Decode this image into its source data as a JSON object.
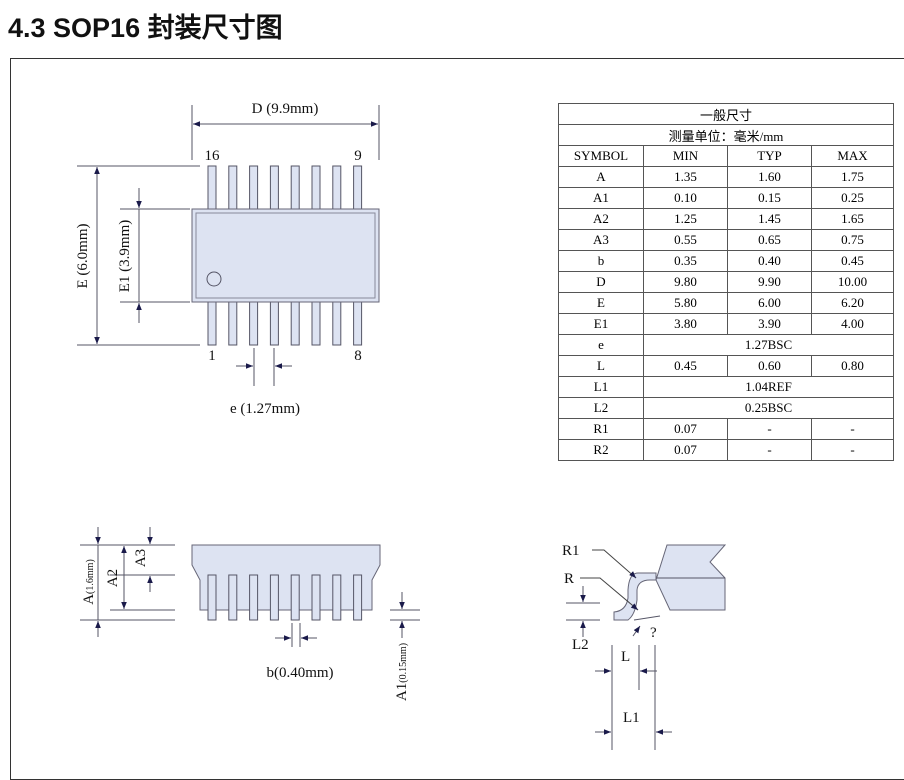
{
  "title": "4.3  SOP16 封装尺寸图",
  "table": {
    "title": "一般尺寸",
    "unit": "测量单位：毫米/mm",
    "headers": [
      "SYMBOL",
      "MIN",
      "TYP",
      "MAX"
    ],
    "rows": [
      [
        "A",
        "1.35",
        "1.60",
        "1.75"
      ],
      [
        "A1",
        "0.10",
        "0.15",
        "0.25"
      ],
      [
        "A2",
        "1.25",
        "1.45",
        "1.65"
      ],
      [
        "A3",
        "0.55",
        "0.65",
        "0.75"
      ],
      [
        "b",
        "0.35",
        "0.40",
        "0.45"
      ],
      [
        "D",
        "9.80",
        "9.90",
        "10.00"
      ],
      [
        "E",
        "5.80",
        "6.00",
        "6.20"
      ],
      [
        "E1",
        "3.80",
        "3.90",
        "4.00"
      ],
      [
        "e",
        "1.27BSC"
      ],
      [
        "L",
        "0.45",
        "0.60",
        "0.80"
      ],
      [
        "L1",
        "1.04REF"
      ],
      [
        "L2",
        "0.25BSC"
      ],
      [
        "R1",
        "0.07",
        "-",
        "-"
      ],
      [
        "R2",
        "0.07",
        "-",
        "-"
      ]
    ]
  },
  "top_view": {
    "D": "D (9.9mm)",
    "E": "E (6.0mm)",
    "E1": "E1 (3.9mm)",
    "e": "e (1.27mm)",
    "pin16": "16",
    "pin9": "9",
    "pin1": "1",
    "pin8": "8"
  },
  "side_view": {
    "A": "A",
    "A_sub": "(1.6mm)",
    "A2": "A2",
    "A3": "A3",
    "b": "b(0.40mm)",
    "A1": "A1",
    "A1_sub": "(0.15mm)"
  },
  "lead_view": {
    "R1": "R1",
    "R": "R",
    "L2": "L2",
    "L": "L",
    "L1": "L1",
    "angle": "?"
  }
}
